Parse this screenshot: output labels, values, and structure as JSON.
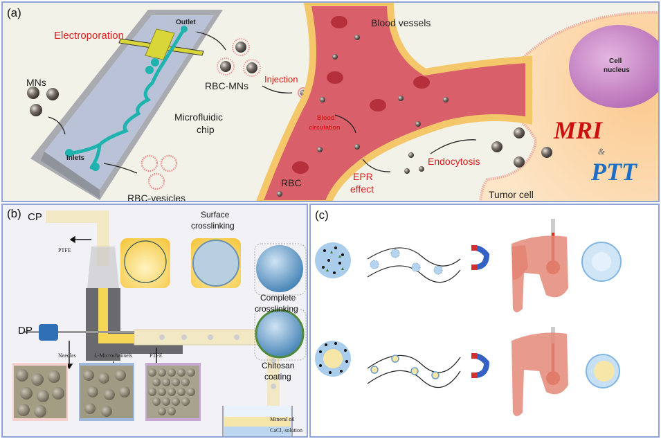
{
  "panel_a": {
    "tag": "(a)",
    "labels": {
      "electroporation": "Electroporation",
      "outlet": "Outlet",
      "mns": "MNs",
      "inlets": "Inlets",
      "microfluidic_chip_line1": "Microfluidic",
      "microfluidic_chip_line2": "chip",
      "rbc_vesicles": "RBC-vesicles",
      "rbc_mns": "RBC-MNs",
      "injection": "Injection",
      "blood_vessels": "Blood vessels",
      "blood_circulation_line1": "Blood",
      "blood_circulation_line2": "circulation",
      "rbc": "RBC",
      "epr_line1": "EPR",
      "epr_line2": "effect",
      "endocytosis": "Endocytosis",
      "cell_nucleus_line1": "Cell",
      "cell_nucleus_line2": "nucleus",
      "tumor_cell": "Tumor cell",
      "mri": "MRI",
      "amp": "&",
      "ptt": "PTT"
    }
  },
  "panel_b": {
    "tag": "(b)",
    "labels": {
      "cp": "CP",
      "dp": "DP",
      "ptfe_top": "PTFE",
      "surface_line1": "Surface",
      "surface_line2": "crosslinking",
      "complete_line1": "Complete",
      "complete_line2": "crosslinking",
      "chitosan_line1": "Chitosan",
      "chitosan_line2": "coating",
      "needles": "Needles",
      "l_microchannels": "L-Microchannels",
      "ptfe_bottom": "PTFE",
      "mineral_oil": "Mineral oil",
      "cacl2": "CaCl₂ solution"
    }
  },
  "panel_c": {
    "tag": "(c)"
  },
  "colors": {
    "border": "#8ea3d6",
    "red_label": "#d81c1c",
    "mri_red": "#cc1010",
    "ptt_blue": "#1d6fc4",
    "vessel": "#d9606a",
    "channel": "#1fb3b0"
  }
}
